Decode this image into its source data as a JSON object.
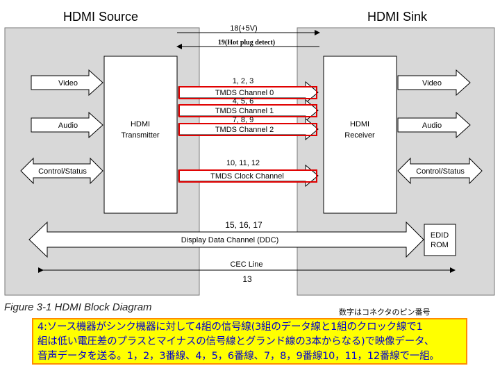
{
  "source": {
    "title": "HDMI Source",
    "block": [
      "HDMI",
      "Transmitter"
    ],
    "video": "Video",
    "audio": "Audio",
    "control": "Control/Status"
  },
  "sink": {
    "title": "HDMI Sink",
    "block": [
      "HDMI",
      "Receiver"
    ],
    "video": "Video",
    "audio": "Audio",
    "control": "Control/Status",
    "edid": [
      "EDID",
      "ROM"
    ]
  },
  "signals": {
    "pin18": "18(+5V)",
    "pin19": "19(Hot plug detect)",
    "ch0_pins": "1, 2, 3",
    "ch0": "TMDS Channel 0",
    "ch1_pins": "4, 5, 6",
    "ch1": "TMDS Channel 1",
    "ch2_pins": "7, 8, 9",
    "ch2": "TMDS Channel 2",
    "clk_pins": "10, 11, 12",
    "clk": "TMDS Clock Channel",
    "ddc_pins": "15, 16, 17",
    "ddc": "Display Data Channel (DDC)",
    "cec": "CEC Line",
    "cec_pin": "13"
  },
  "caption": "Figure 3-1 HDMI Block Diagram",
  "pin_note": "数字はコネクタのピン番号",
  "note": [
    "4:ソース機器がシンク機器に対して4組の信号線(3組のデータ線と1組のクロック線で1",
    "組は低い電圧差のプラスとマイナスの信号線とグランド線の3本からなる)で映像データ、",
    "音声データを送る。1，2，3番線、4，5，6番線、7，8，9番線10，11，12番線で一組。"
  ],
  "colors": {
    "panel": "#d8d8d8",
    "highlight": "#e00000",
    "note_bg": "#ffff00",
    "note_border": "#ff8c00",
    "note_text": "#0000cc"
  }
}
